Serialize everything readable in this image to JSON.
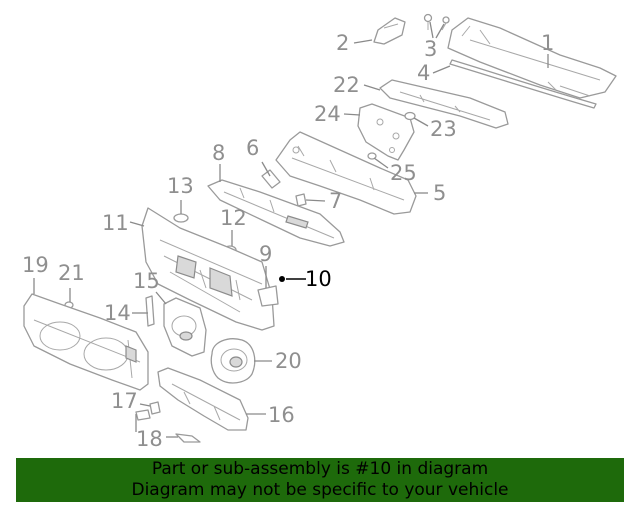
{
  "callouts": {
    "c1": "1",
    "c2": "2",
    "c3": "3",
    "c4": "4",
    "c5": "5",
    "c6": "6",
    "c7": "7",
    "c8": "8",
    "c9": "9",
    "c10": "10",
    "c11": "11",
    "c12": "12",
    "c13": "13",
    "c14": "14",
    "c15": "15",
    "c16": "16",
    "c17": "17",
    "c18": "18",
    "c19": "19",
    "c20": "20",
    "c21": "21",
    "c22": "22",
    "c23": "23",
    "c24": "24",
    "c25": "25"
  },
  "highlighted_part": "10",
  "colors": {
    "banner_bg": "#1e6a0b",
    "callout_text": "#8f8f8f",
    "highlight": "#000000"
  },
  "banner": {
    "line1": "Part or sub-assembly is #10 in diagram",
    "line2": "Diagram may not be specific to your vehicle"
  }
}
